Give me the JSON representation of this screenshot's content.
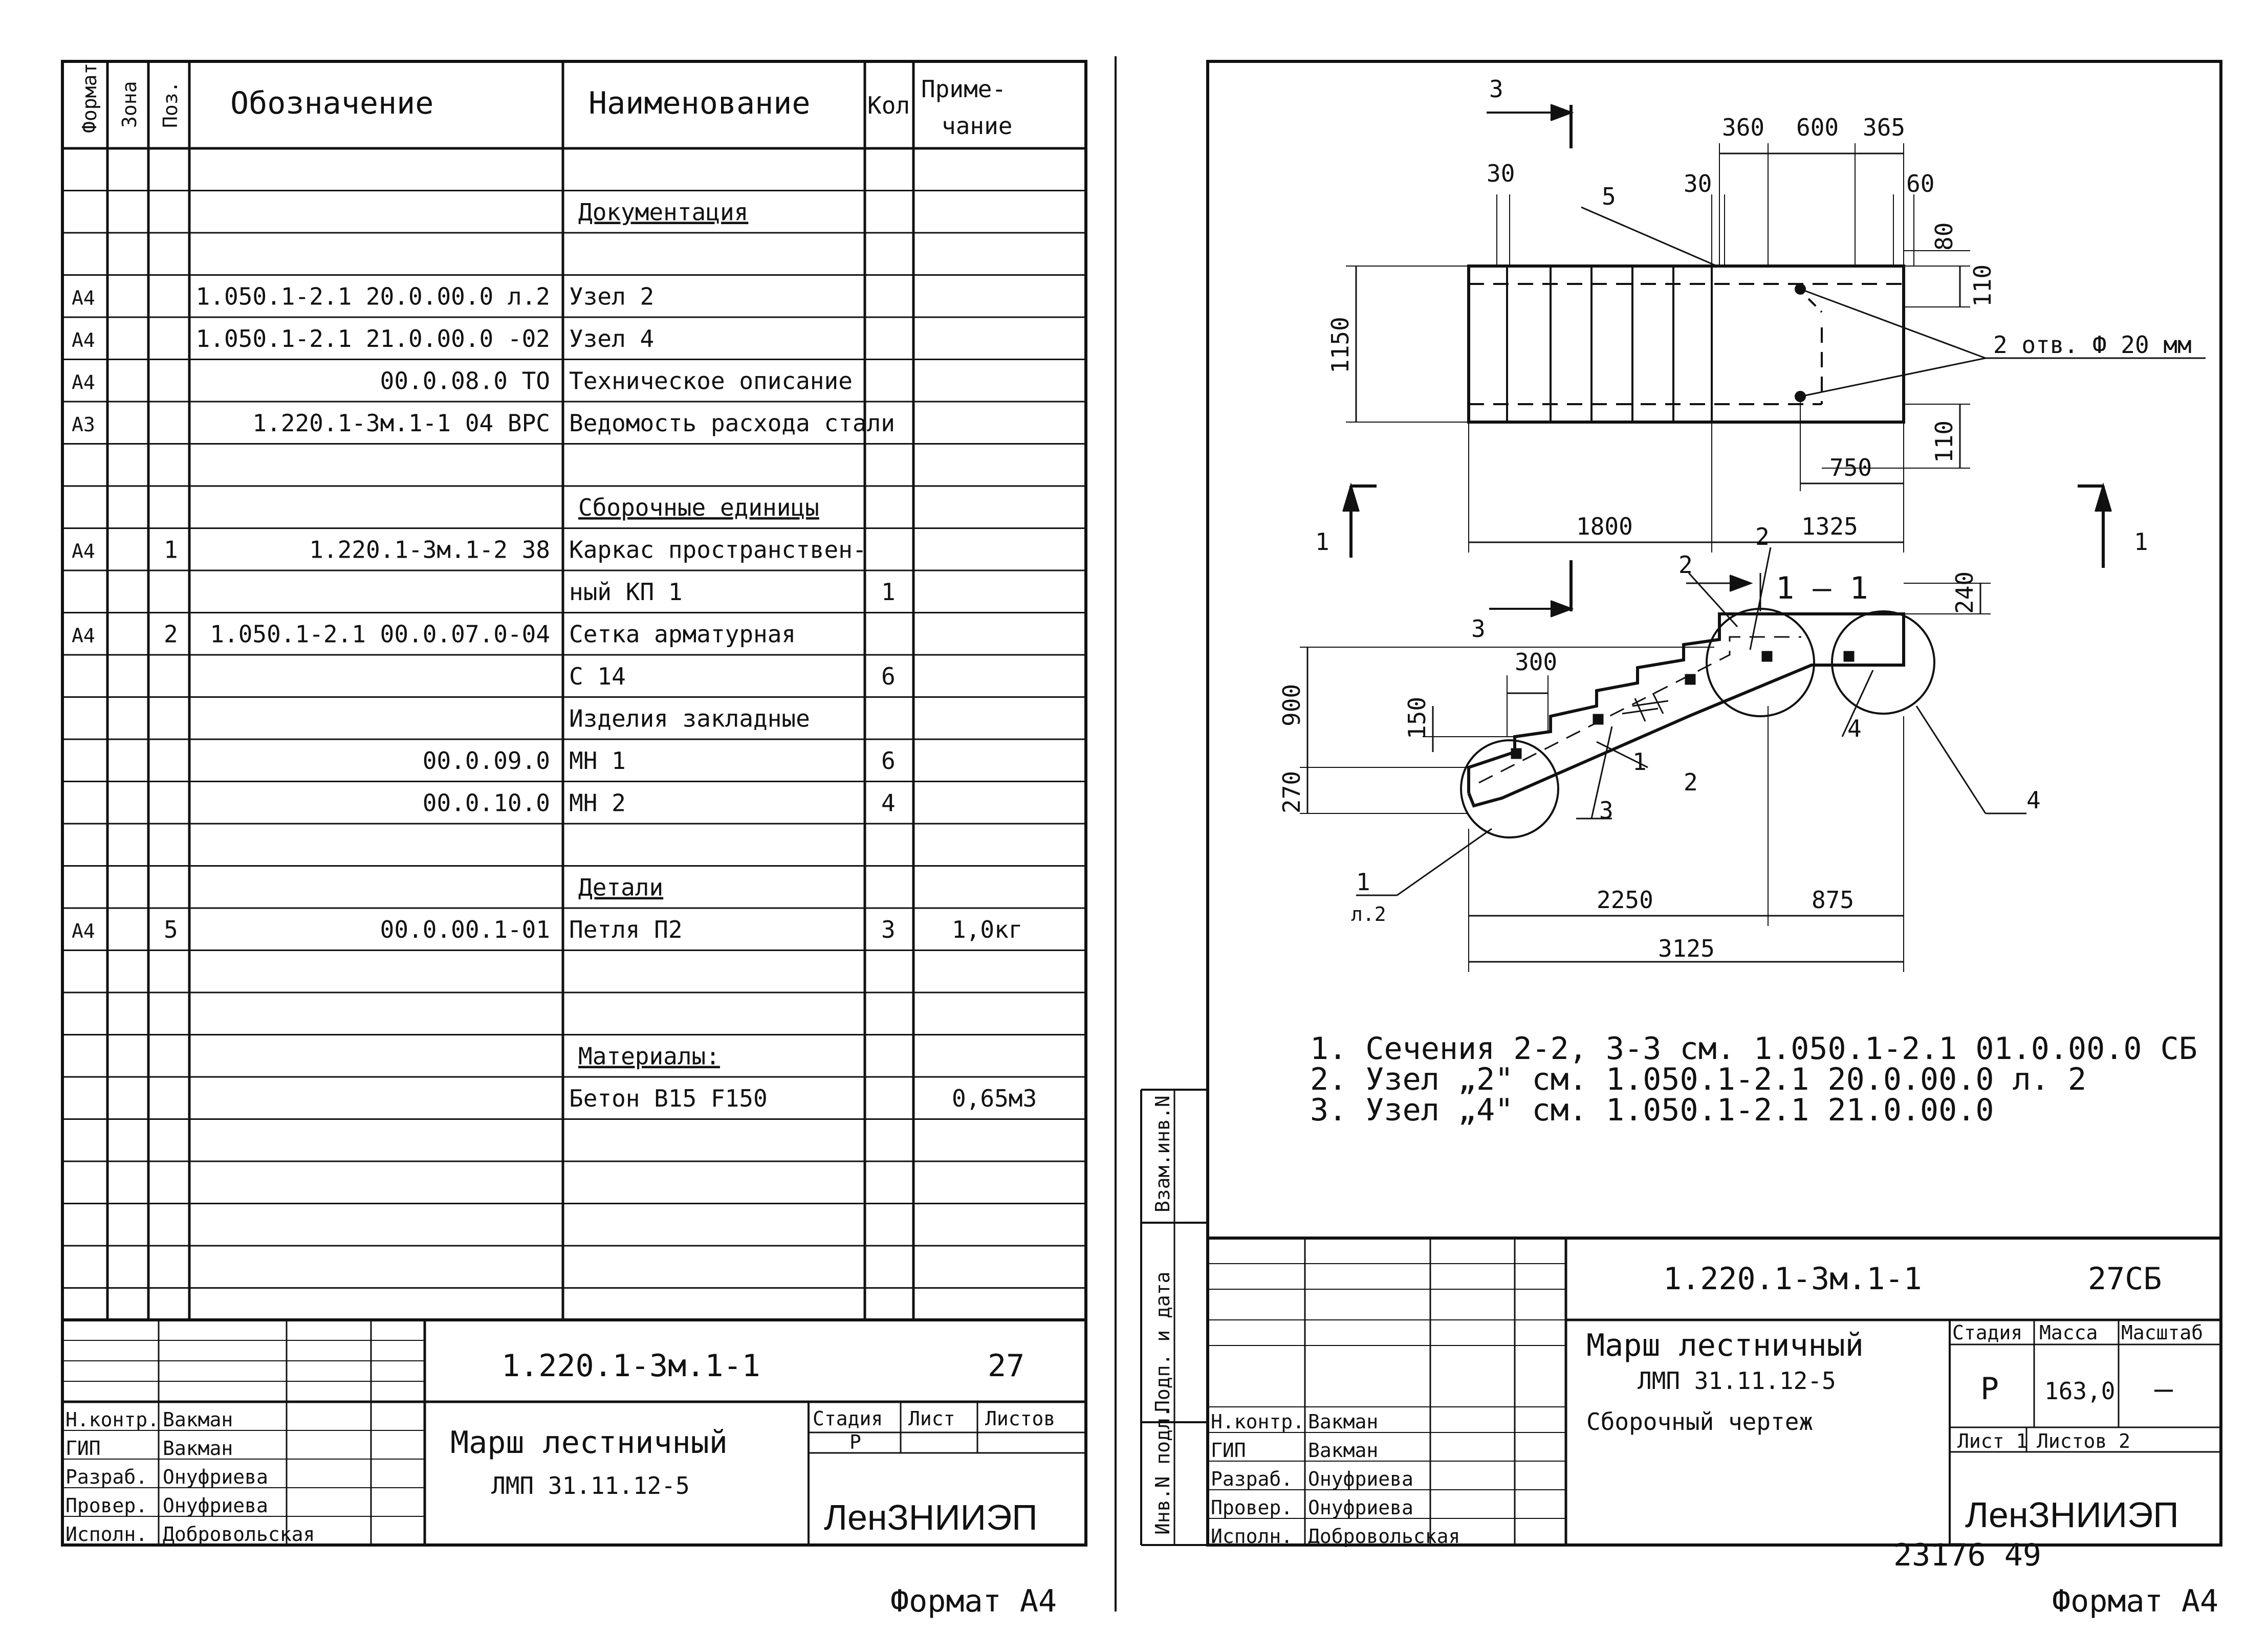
{
  "spec": {
    "headers": {
      "format": "Формат",
      "zone": "Зона",
      "pos": "Поз.",
      "designation": "Обозначение",
      "name": "Наименование",
      "qty": "Кол",
      "note1": "Приме-",
      "note2": "чание"
    },
    "rows": [
      {
        "fmt": "",
        "pos": "",
        "des": "",
        "name": "",
        "qty": "",
        "note": "",
        "section": false
      },
      {
        "fmt": "",
        "pos": "",
        "des": "",
        "name": "Документация",
        "qty": "",
        "note": "",
        "section": true
      },
      {
        "fmt": "",
        "pos": "",
        "des": "",
        "name": "",
        "qty": "",
        "note": "",
        "section": false
      },
      {
        "fmt": "А4",
        "pos": "",
        "des": "1.050.1-2.1   20.0.00.0  л.2",
        "name": "Узел 2",
        "qty": "",
        "note": "",
        "section": false
      },
      {
        "fmt": "А4",
        "pos": "",
        "des": "1.050.1-2.1   21.0.00.0  -02",
        "name": "Узел 4",
        "qty": "",
        "note": "",
        "section": false
      },
      {
        "fmt": "А4",
        "pos": "",
        "des": "00.0.08.0  ТО",
        "name": "Техническое описание",
        "qty": "",
        "note": "",
        "section": false
      },
      {
        "fmt": "А3",
        "pos": "",
        "des": "1.220.1-3м.1-1   04 ВРС",
        "name": "Ведомость расхода стали",
        "qty": "",
        "note": "",
        "section": false
      },
      {
        "fmt": "",
        "pos": "",
        "des": "",
        "name": "",
        "qty": "",
        "note": "",
        "section": false
      },
      {
        "fmt": "",
        "pos": "",
        "des": "",
        "name": "Сборочные единицы",
        "qty": "",
        "note": "",
        "section": true
      },
      {
        "fmt": "А4",
        "pos": "1",
        "des": "1.220.1-3м.1-2     38",
        "name": "Каркас пространствен-",
        "qty": "",
        "note": "",
        "section": false
      },
      {
        "fmt": "",
        "pos": "",
        "des": "",
        "name": "ный   КП 1",
        "qty": "1",
        "note": "",
        "section": false
      },
      {
        "fmt": "А4",
        "pos": "2",
        "des": "1.050.1-2.1   00.0.07.0-04",
        "name": "Сетка арматурная",
        "qty": "",
        "note": "",
        "section": false
      },
      {
        "fmt": "",
        "pos": "",
        "des": "",
        "name": "С 14",
        "qty": "6",
        "note": "",
        "section": false
      },
      {
        "fmt": "",
        "pos": "",
        "des": "",
        "name": "Изделия закладные",
        "qty": "",
        "note": "",
        "section": false
      },
      {
        "fmt": "",
        "pos": "",
        "des": "00.0.09.0",
        "name": "МН 1",
        "qty": "6",
        "note": "",
        "section": false
      },
      {
        "fmt": "",
        "pos": "",
        "des": "00.0.10.0",
        "name": "МН 2",
        "qty": "4",
        "note": "",
        "section": false
      },
      {
        "fmt": "",
        "pos": "",
        "des": "",
        "name": "",
        "qty": "",
        "note": "",
        "section": false
      },
      {
        "fmt": "",
        "pos": "",
        "des": "",
        "name": "Детали",
        "qty": "",
        "note": "",
        "section": true
      },
      {
        "fmt": "А4",
        "pos": "5",
        "des": "00.0.00.1-01",
        "name": "Петля   П2",
        "qty": "3",
        "note": "1,0кг",
        "section": false
      },
      {
        "fmt": "",
        "pos": "",
        "des": "",
        "name": "",
        "qty": "",
        "note": "",
        "section": false
      },
      {
        "fmt": "",
        "pos": "",
        "des": "",
        "name": "",
        "qty": "",
        "note": "",
        "section": false
      },
      {
        "fmt": "",
        "pos": "",
        "des": "",
        "name": "Материалы:",
        "qty": "",
        "note": "",
        "section": true
      },
      {
        "fmt": "",
        "pos": "",
        "des": "",
        "name": "Бетон В15   F150",
        "qty": "",
        "note": "0,65м3",
        "section": false
      },
      {
        "fmt": "",
        "pos": "",
        "des": "",
        "name": "",
        "qty": "",
        "note": "",
        "section": false
      },
      {
        "fmt": "",
        "pos": "",
        "des": "",
        "name": "",
        "qty": "",
        "note": "",
        "section": false
      },
      {
        "fmt": "",
        "pos": "",
        "des": "",
        "name": "",
        "qty": "",
        "note": "",
        "section": false
      },
      {
        "fmt": "",
        "pos": "",
        "des": "",
        "name": "",
        "qty": "",
        "note": "",
        "section": false
      },
      {
        "fmt": "",
        "pos": "",
        "des": "",
        "name": "",
        "qty": "",
        "note": "",
        "section": false
      }
    ]
  },
  "left_stamp": {
    "code": "1.220.1-3м.1-1",
    "code_suffix": "27",
    "title1": "Марш лестничный",
    "title2": "ЛМП 31.11.12-5",
    "stage_label": "Стадия",
    "sheet_label": "Лист",
    "sheets_label": "Листов",
    "stage": "Р",
    "org": "ЛенЗНИИЭП",
    "roles": [
      "Н.контр.",
      "ГИП",
      "Разраб.",
      "Провер.",
      "Исполн."
    ],
    "names": [
      "Вакман",
      "Вакман",
      "Онуфриева",
      "Онуфриева",
      "Добровольская"
    ]
  },
  "left_format": "Формат А4",
  "drawing": {
    "dims_top": [
      "360",
      "600",
      "365",
      "30",
      "30",
      "60",
      "80",
      "110",
      "1150",
      "110",
      "750",
      "1800",
      "1325"
    ],
    "holes_label": "2 отв. Ф 20 мм",
    "section_label": "1 — 1",
    "dims_section": [
      "300",
      "150",
      "900",
      "270",
      "240",
      "2250",
      "875",
      "3125"
    ],
    "callouts": [
      "3",
      "3",
      "5",
      "1",
      "1",
      "2",
      "2",
      "2",
      "1",
      "3",
      "4",
      "4",
      "1",
      "л.2"
    ],
    "notes": [
      "1. Сечения  2-2, 3-3 см.  1.050.1-2.1   01.0.00.0 СБ",
      "2. Узел „2\" см. 1.050.1-2.1   20.0.00.0   л. 2",
      "3. Узел „4\" см. 1.050.1-2.1   21.0.00.0"
    ]
  },
  "side_labels": [
    "Взам.инв.N",
    "Подп. и дата",
    "Инв.N подл."
  ],
  "right_stamp": {
    "code": "1.220.1-3м.1-1",
    "code_suffix": "27СБ",
    "title1": "Марш лестничный",
    "title2": "ЛМП 31.11.12-5",
    "title3": "Сборочный чертеж",
    "stage_label": "Стадия",
    "mass_label": "Масса",
    "scale_label": "Масштаб",
    "stage": "Р",
    "mass": "163,0",
    "scale": "—",
    "sheet": "Лист 1",
    "sheets": "Листов 2",
    "org": "ЛенЗНИИЭП",
    "roles": [
      "Н.контр.",
      "ГИП",
      "Разраб.",
      "Провер.",
      "Исполн."
    ],
    "names": [
      "Вакман",
      "Вакман",
      "Онуфриева",
      "Онуфриева",
      "Добровольская"
    ]
  },
  "archive_no": "23176 49",
  "right_format": "Формат А4"
}
